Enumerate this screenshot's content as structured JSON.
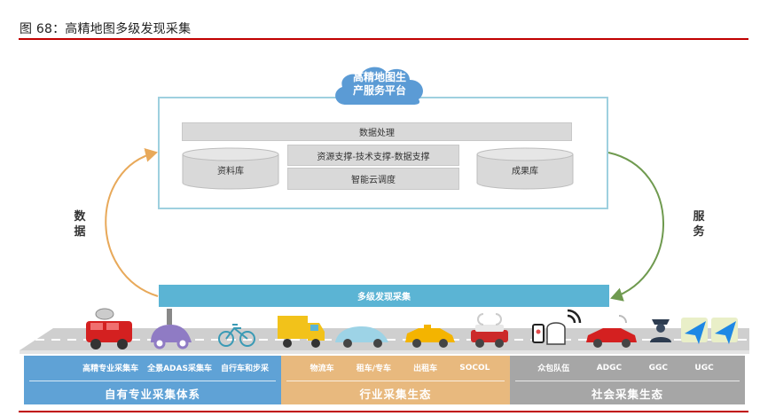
{
  "figure": {
    "title": "图 68：高精地图多级发现采集",
    "accent_color": "#c00000"
  },
  "platform": {
    "cloud_line1": "高精地图生",
    "cloud_line2": "产服务平台",
    "data_processing": "数据处理",
    "support": "资源支撑-技术支撑-数据支撑",
    "cloud_scheduling": "智能云调度",
    "left_db": "资料库",
    "right_db": "成果库",
    "border_color": "#9ed0df",
    "cloud_color": "#5b9bd5"
  },
  "flows": {
    "left_label": "数据",
    "left_label_chars": [
      "数",
      "据"
    ],
    "right_label": "服务",
    "right_label_chars": [
      "服",
      "务"
    ],
    "left_arrow_color": "#e8a95a",
    "right_arrow_color": "#6f9a4f"
  },
  "collection_bar": {
    "label": "多级发现采集",
    "color": "#5bb4d4"
  },
  "road": {
    "vehicles": [
      "hd-survey-car-icon",
      "panoramic-adas-car-icon",
      "bicycle-icon",
      "logistics-truck-icon",
      "rental-car-icon",
      "taxi-icon",
      "socol-mini-car-icon",
      "crowdsource-team-icon",
      "adgc-sports-car-icon",
      "ggc-officer-icon",
      "ugc-map-icon-1",
      "ugc-map-icon-2"
    ]
  },
  "categories": [
    {
      "name": "自有专业采集体系",
      "subs": [
        "高精专业采集车",
        "全景ADAS采集车",
        "自行车和步采"
      ],
      "color": "#5fa2d6"
    },
    {
      "name": "行业采集生态",
      "subs": [
        "物流车",
        "租车/专车",
        "出租车",
        "SOCOL"
      ],
      "color": "#e8b97e"
    },
    {
      "name": "社会采集生态",
      "subs": [
        "众包队伍",
        "ADGC",
        "GGC",
        "UGC"
      ],
      "color": "#a6a6a6"
    }
  ]
}
